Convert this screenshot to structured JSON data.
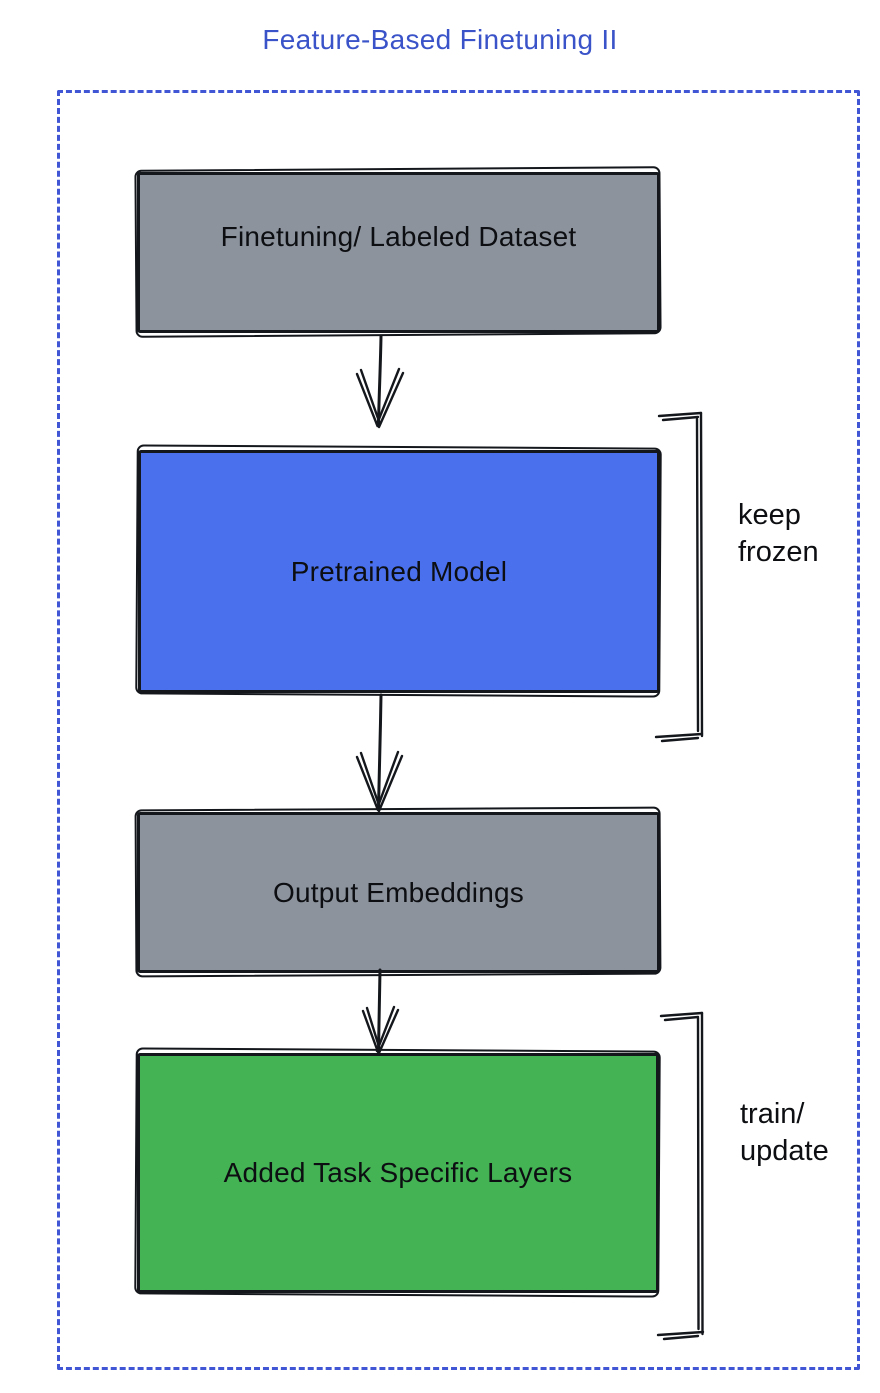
{
  "title": {
    "text": "Feature-Based Finetuning II",
    "color": "#3A53C8"
  },
  "frame": {
    "border_color": "#4156D4",
    "border_style": "dashed"
  },
  "ink_color": "#14171C",
  "nodes": [
    {
      "id": "finetuning-labeled-dataset",
      "label": "Finetuning/ Labeled Dataset",
      "fill": "#8C939D"
    },
    {
      "id": "pretrained-model",
      "label": "Pretrained Model",
      "fill": "#4A70EE"
    },
    {
      "id": "output-embeddings",
      "label": "Output Embeddings",
      "fill": "#8C939D"
    },
    {
      "id": "added-task-specific-layers",
      "label": "Added Task Specific Layers",
      "fill": "#43B354"
    }
  ],
  "annotations": [
    {
      "id": "keep-frozen",
      "line1": "keep",
      "line2": "frozen",
      "target": "pretrained-model"
    },
    {
      "id": "train-update",
      "line1": "train/",
      "line2": "update",
      "target": "added-task-specific-layers"
    }
  ]
}
